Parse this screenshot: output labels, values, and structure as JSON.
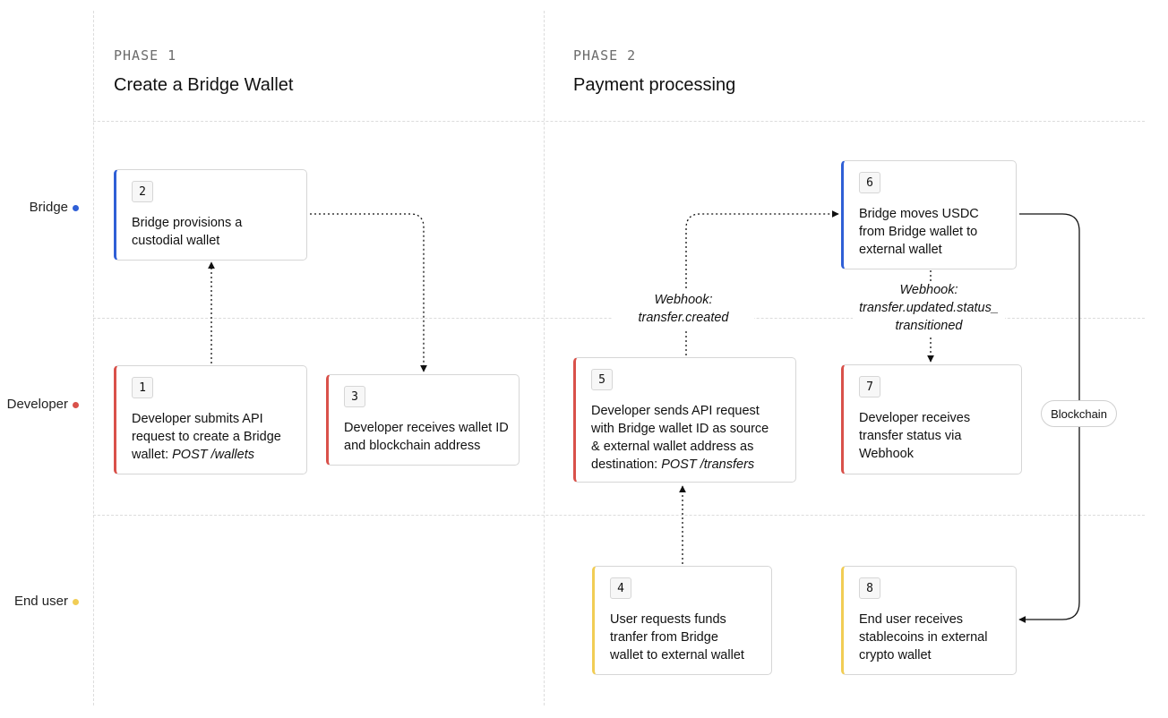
{
  "colors": {
    "bridge": "#2f5fd6",
    "developer": "#d9514a",
    "end_user": "#f1cd55",
    "grid": "#dcdcdc",
    "card_border": "#d6d6d6"
  },
  "phases": [
    {
      "label": "PHASE 1",
      "title": "Create a Bridge Wallet"
    },
    {
      "label": "PHASE 2",
      "title": "Payment processing"
    }
  ],
  "lanes": [
    {
      "name": "Bridge",
      "color": "#2f5fd6"
    },
    {
      "name": "Developer",
      "color": "#d9514a"
    },
    {
      "name": "End user",
      "color": "#f1cd55"
    }
  ],
  "steps": [
    {
      "num": "1",
      "lane": "developer",
      "lines": [
        "Developer submits API",
        "request to create a Bridge"
      ],
      "pre": "wallet: ",
      "code": "POST /wallets"
    },
    {
      "num": "2",
      "lane": "bridge",
      "lines": [
        "Bridge provisions a",
        "custodial wallet"
      ]
    },
    {
      "num": "3",
      "lane": "developer",
      "lines": [
        "Developer receives wallet ID",
        "and blockchain address"
      ]
    },
    {
      "num": "4",
      "lane": "end_user",
      "lines": [
        "User requests funds",
        "tranfer from Bridge",
        "wallet to external wallet"
      ]
    },
    {
      "num": "5",
      "lane": "developer",
      "lines": [
        "Developer sends API request",
        "with Bridge wallet ID as source",
        "& external wallet address as"
      ],
      "pre": "destination:  ",
      "code": "POST /transfers"
    },
    {
      "num": "6",
      "lane": "bridge",
      "lines": [
        "Bridge moves USDC",
        "from Bridge wallet to",
        "external wallet"
      ]
    },
    {
      "num": "7",
      "lane": "developer",
      "lines": [
        "Developer receives",
        "transfer status via",
        "Webhook"
      ]
    },
    {
      "num": "8",
      "lane": "end_user",
      "lines": [
        "End user receives",
        "stablecoins in external",
        "crypto wallet"
      ]
    }
  ],
  "annotations": [
    {
      "lines": [
        "Webhook:",
        "transfer.created"
      ]
    },
    {
      "lines": [
        "Webhook:",
        "transfer.updated.status_",
        "transitioned"
      ]
    }
  ],
  "blockchain_label": "Blockchain"
}
